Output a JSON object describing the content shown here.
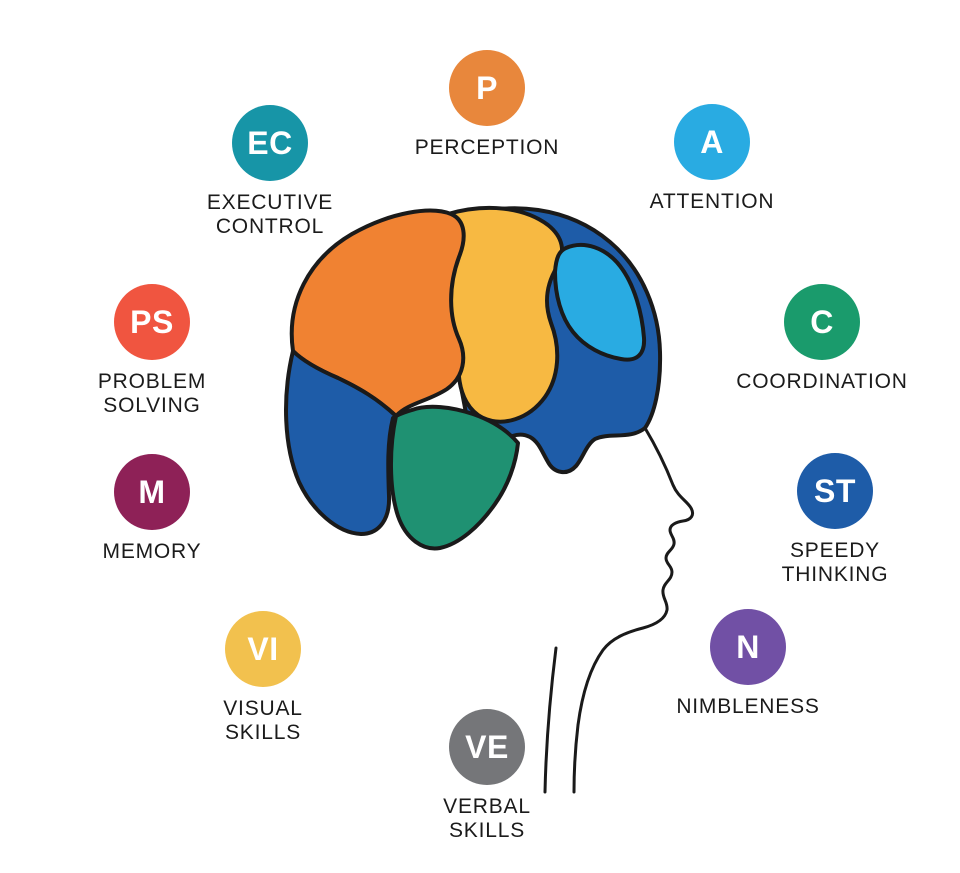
{
  "skills": [
    {
      "abbr": "P",
      "label": "PERCEPTION",
      "color": "#E8873C"
    },
    {
      "abbr": "EC",
      "label": "EXECUTIVE\nCONTROL",
      "color": "#1795A7"
    },
    {
      "abbr": "A",
      "label": "ATTENTION",
      "color": "#29ABE2"
    },
    {
      "abbr": "PS",
      "label": "PROBLEM\nSOLVING",
      "color": "#F05540"
    },
    {
      "abbr": "C",
      "label": "COORDINATION",
      "color": "#1A9B6C"
    },
    {
      "abbr": "M",
      "label": "MEMORY",
      "color": "#8E2157"
    },
    {
      "abbr": "ST",
      "label": "SPEEDY\nTHINKING",
      "color": "#1E5CA8"
    },
    {
      "abbr": "VI",
      "label": "VISUAL\nSKILLS",
      "color": "#F2C14E"
    },
    {
      "abbr": "N",
      "label": "NIMBLENESS",
      "color": "#7150A5"
    },
    {
      "abbr": "VE",
      "label": "VERBAL\nSKILLS",
      "color": "#757679"
    }
  ],
  "brain": {
    "outline_color": "#1A1A1A",
    "region_colors": {
      "darkblue": "#1E5CA8",
      "yellow": "#F7B942",
      "lightblue": "#29ABE2",
      "orange": "#F08232",
      "teal": "#1F9172"
    }
  }
}
